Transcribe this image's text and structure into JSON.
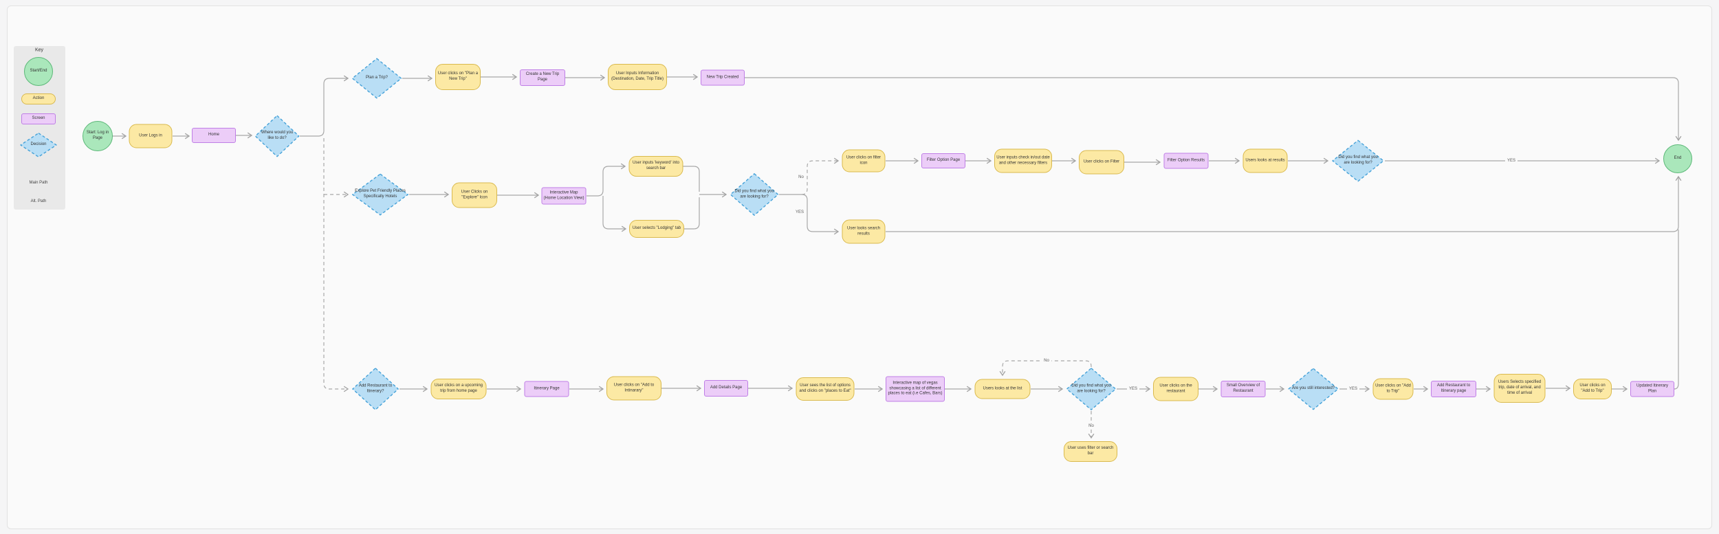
{
  "key": {
    "title": "Key",
    "start_end": "Start/End",
    "action": "Action",
    "screen": "Screen",
    "decision": "Decision",
    "main_path": "Main Path",
    "alt_path": "Alt. Path"
  },
  "labels": {
    "no": "No",
    "yes": "YES"
  },
  "colors": {
    "canvas_bg": "#fafafa",
    "key_panel_bg": "#e9e9e9",
    "start_end_fill": "#aae7bb",
    "start_end_stroke": "#5cb878",
    "action_fill": "#fce9a4",
    "action_stroke": "#d9b94d",
    "screen_fill": "#eccdf8",
    "screen_stroke": "#bf7ee6",
    "decision_fill": "#b9def5",
    "decision_stroke": "#44a1d8",
    "connector": "#a8a8a8"
  },
  "nodes": {
    "start": "Start: Log in Page",
    "user_logs_in": "User Logs in",
    "home": "Home",
    "where_decision": "Where would you like to do?",
    "plan_trip_decision": "Plan a Trip?",
    "plan_new_trip": "User clicks on \"Plan a New Trip\"",
    "create_trip_page": "Create a New Trip Page",
    "inputs_info": "User Inputs Information (Destination, Date, Trip Title)",
    "new_trip_created": "New Trip Created",
    "explore_decision": "Explore Pet Friendly Places Specifically Hotels",
    "clicks_explore": "User Clicks on \"Explore\" Icon",
    "interactive_map": "Interactive Map (Home Location View)",
    "inputs_keyword": "User inputs 'keyword' into search bar",
    "selects_lodging": "User selects \"Lodging\" tab",
    "find_decision_1": "Did you find what you are looking for?",
    "clicks_filter_icon": "User clicks on filter icon",
    "filter_option_page": "Filter Option Page",
    "inputs_checkinout": "User inputs check in/out date and other necessary filters",
    "clicks_on_filter": "User clicks on Filter",
    "filter_option_results": "Filter Option Results",
    "looks_at_results": "Users looks at results",
    "find_decision_2": "Did you find what you are looking for?",
    "looks_search_results": "User looks search results",
    "end": "End",
    "add_restaurant_decision": "Add Restaurant to Itinerary?",
    "clicks_upcoming_trip": "User clicks on a upcoming trip from home page",
    "itinerary_page": "Itinerary Page",
    "clicks_add_itinerary": "User clicks on \"Add to Intinarary\"",
    "add_details_page": "Add Details Page",
    "sees_list_options": "User sees the list of options and clicks on \"places to Eat\"",
    "vegas_map": "Interactive map of vegas showcasing a list of different places to eat (i.e Cafes, Bars)",
    "looks_at_list": "Users looks at the list",
    "find_decision_3": "Did you find what you are looking for?",
    "uses_filter_search": "User uses filter or search bar",
    "clicks_restaurant": "User clicks on the restaurant",
    "small_overview": "Small Overview of Restaurant",
    "still_interested_decision": "Are you still interested?",
    "clicks_add_trip_1": "User clicks on \"Add to Trip\"",
    "add_restaurant_page": "Add Restaurant to Itinerary page",
    "selects_trip_details": "Users Selects specified trip, date of arrival, and time of arrival",
    "clicks_add_trip_2": "User clicks on \"Add to Trip\"",
    "updated_itinerary": "Updated Itinerary Plan"
  }
}
